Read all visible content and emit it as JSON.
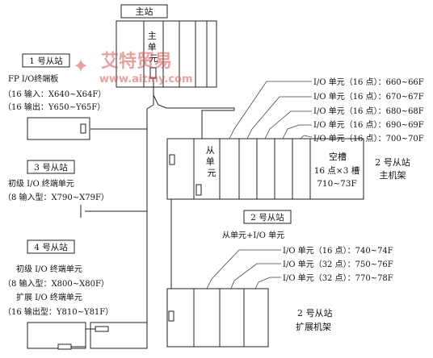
{
  "master": {
    "title": "主站",
    "unit_label": "主单元"
  },
  "slave1": {
    "title": "1 号从站",
    "terminal_name": "FP I/O终端板",
    "in_range": "（16 输入：X640~X64F）",
    "out_range": "（16 输出：Y650~Y65F）"
  },
  "slave3": {
    "title": "3 号从站",
    "unit_name": "初级 I/O 终端单元",
    "range": "（8 输入型：X790~X79F）"
  },
  "slave4": {
    "title": "4 号从站",
    "unit_name": "初级 I/O 终端单元",
    "range1": "（8 输入型：X800~X80F）",
    "ext_name": "扩展 I/O 终端单元",
    "range2": "（16 输出型：Y810~Y81F）"
  },
  "slave2": {
    "title": "2 号从站",
    "combo_label": "从单元+I/O 单元",
    "slave_unit_label": "从单元",
    "empty_slot_title": "空槽",
    "empty_slot_desc": "16 点×3 槽",
    "empty_slot_range": "710~73F",
    "main_rack_line1": "2 号从站",
    "main_rack_line2": "主机架",
    "ext_rack_line1": "2 号从站",
    "ext_rack_line2": "扩展机架",
    "main_io": [
      "I/O 单元（16 点）：660~66F",
      "I/O 单元（16 点）：670~67F",
      "I/O 单元（16 点）：680~68F",
      "I/O 单元（16 点）：690~69F",
      "I/O 单元（16 点）：700~70F"
    ],
    "ext_io": [
      "I/O 单元（16 点）：740~74F",
      "I/O 单元（32 点）：750~76F",
      "I/O 单元（32 点）：770~78F"
    ]
  },
  "watermark": {
    "brand": "艾特贸易",
    "url": "www.aitmy.com"
  }
}
